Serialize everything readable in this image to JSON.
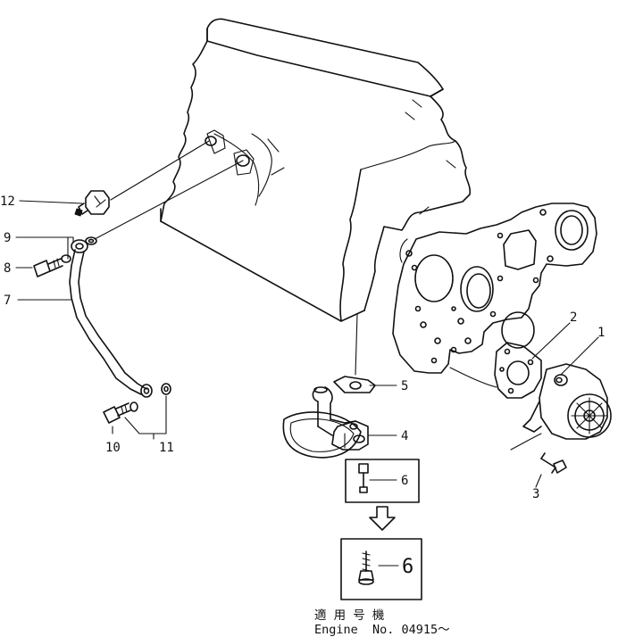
{
  "callouts": {
    "c1": "1",
    "c2": "2",
    "c3": "3",
    "c4": "4",
    "c5": "5",
    "c6": "6",
    "c6_detail": "6",
    "c7": "7",
    "c8": "8",
    "c9": "9",
    "c10": "10",
    "c11": "11",
    "c12": "12"
  },
  "note": {
    "line1": "適 用 号 機",
    "line2": "Engine  No. 04915～"
  }
}
